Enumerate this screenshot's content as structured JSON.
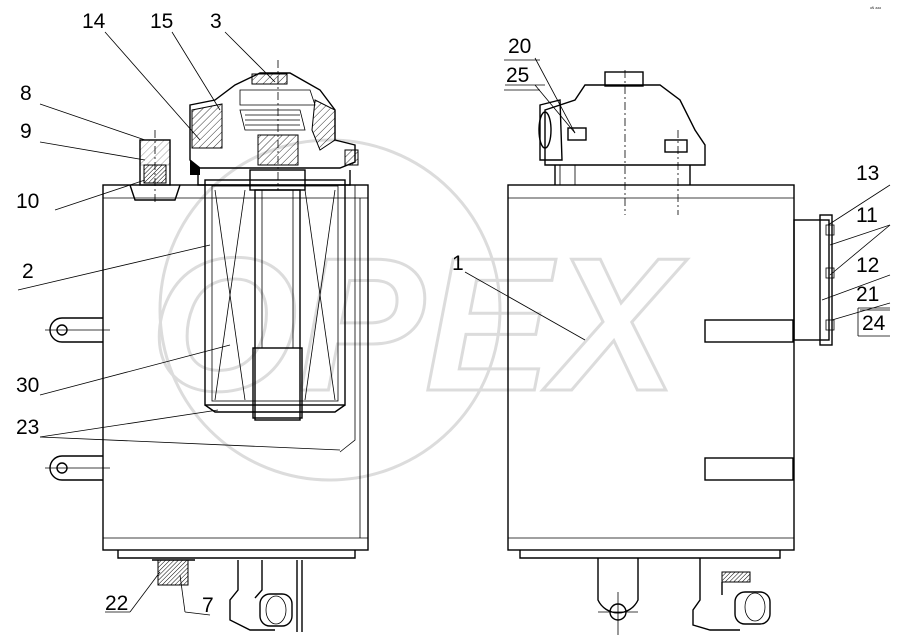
{
  "corner_mark": "ᵃᴺ ᵃᵃᵃ",
  "watermark": "OPEX",
  "callouts": [
    {
      "id": "c14",
      "text": "14"
    },
    {
      "id": "c15",
      "text": "15"
    },
    {
      "id": "c3",
      "text": "3"
    },
    {
      "id": "c8",
      "text": "8"
    },
    {
      "id": "c9",
      "text": "9"
    },
    {
      "id": "c10",
      "text": "10"
    },
    {
      "id": "c2",
      "text": "2"
    },
    {
      "id": "c30",
      "text": "30"
    },
    {
      "id": "c23",
      "text": "23"
    },
    {
      "id": "c22",
      "text": "22"
    },
    {
      "id": "c7",
      "text": "7"
    },
    {
      "id": "c20",
      "text": "20"
    },
    {
      "id": "c25",
      "text": "25"
    },
    {
      "id": "c1",
      "text": "1"
    },
    {
      "id": "c13",
      "text": "13"
    },
    {
      "id": "c11",
      "text": "11"
    },
    {
      "id": "c12",
      "text": "12"
    },
    {
      "id": "c21",
      "text": "21"
    },
    {
      "id": "c24",
      "text": "24"
    }
  ]
}
